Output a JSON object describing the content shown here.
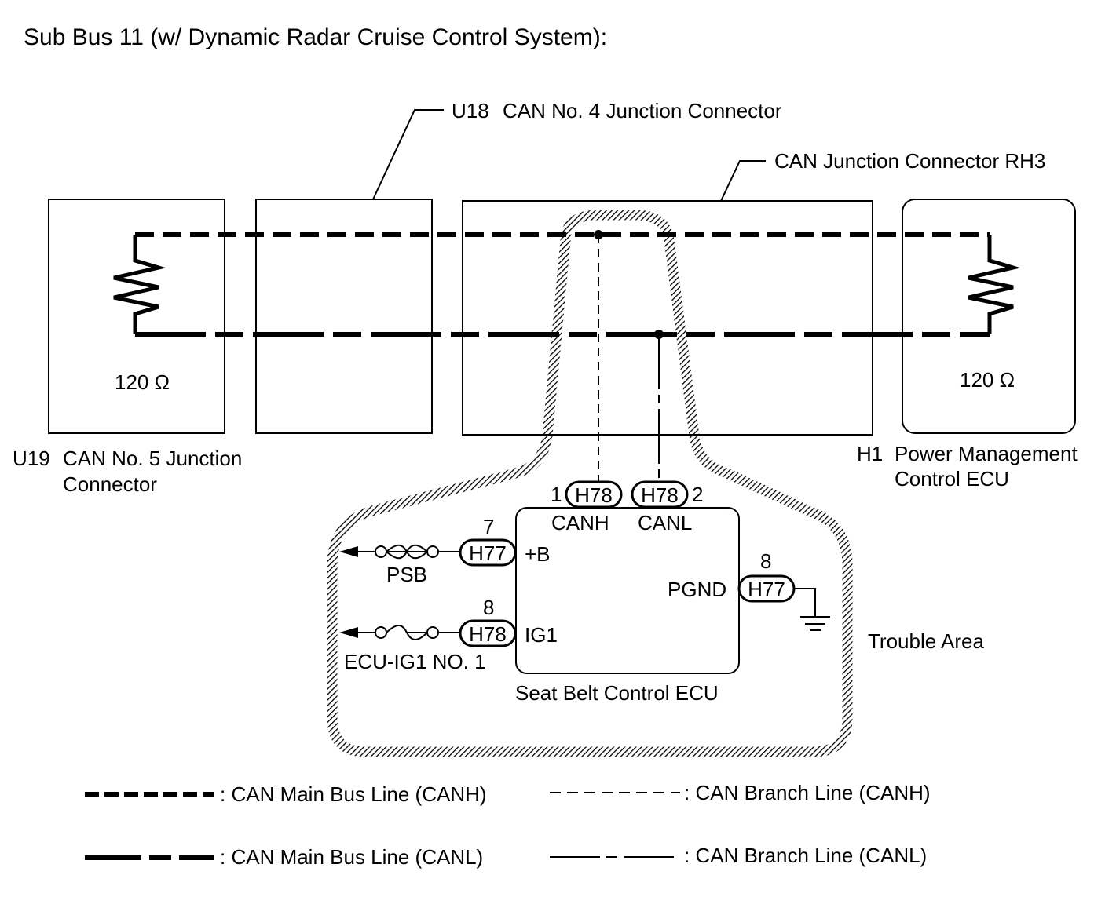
{
  "title": "Sub Bus 11 (w/ Dynamic Radar Cruise Control System):",
  "connectors": {
    "u18": {
      "code": "U18",
      "name": "CAN No. 4 Junction Connector"
    },
    "rh3": {
      "name": "CAN Junction Connector RH3"
    },
    "u19": {
      "code": "U19",
      "name_line1": "CAN No. 5 Junction",
      "name_line2": "Connector",
      "resistance": "120 Ω"
    },
    "h1": {
      "code": "H1",
      "name_line1": "Power Management",
      "name_line2": "Control ECU",
      "resistance": "120 Ω"
    }
  },
  "ecu": {
    "name": "Seat Belt Control ECU",
    "terminals": {
      "canh": {
        "pin": "1",
        "connector": "H78",
        "label": "CANH"
      },
      "canl": {
        "pin": "2",
        "connector": "H78",
        "label": "CANL"
      },
      "b": {
        "pin": "7",
        "connector": "H77",
        "label": "+B",
        "fuse": "PSB"
      },
      "ig1": {
        "pin": "8",
        "connector": "H78",
        "label": "IG1",
        "fuse": "ECU-IG1 NO. 1"
      },
      "pgnd": {
        "pin": "8",
        "connector": "H77",
        "label": "PGND"
      }
    }
  },
  "trouble_area": "Trouble Area",
  "legend": {
    "main_canh": ": CAN Main Bus Line (CANH)",
    "branch_canh": ": CAN Branch Line (CANH)",
    "main_canl": ": CAN Main Bus Line (CANL)",
    "branch_canl": ": CAN Branch Line (CANL)"
  }
}
